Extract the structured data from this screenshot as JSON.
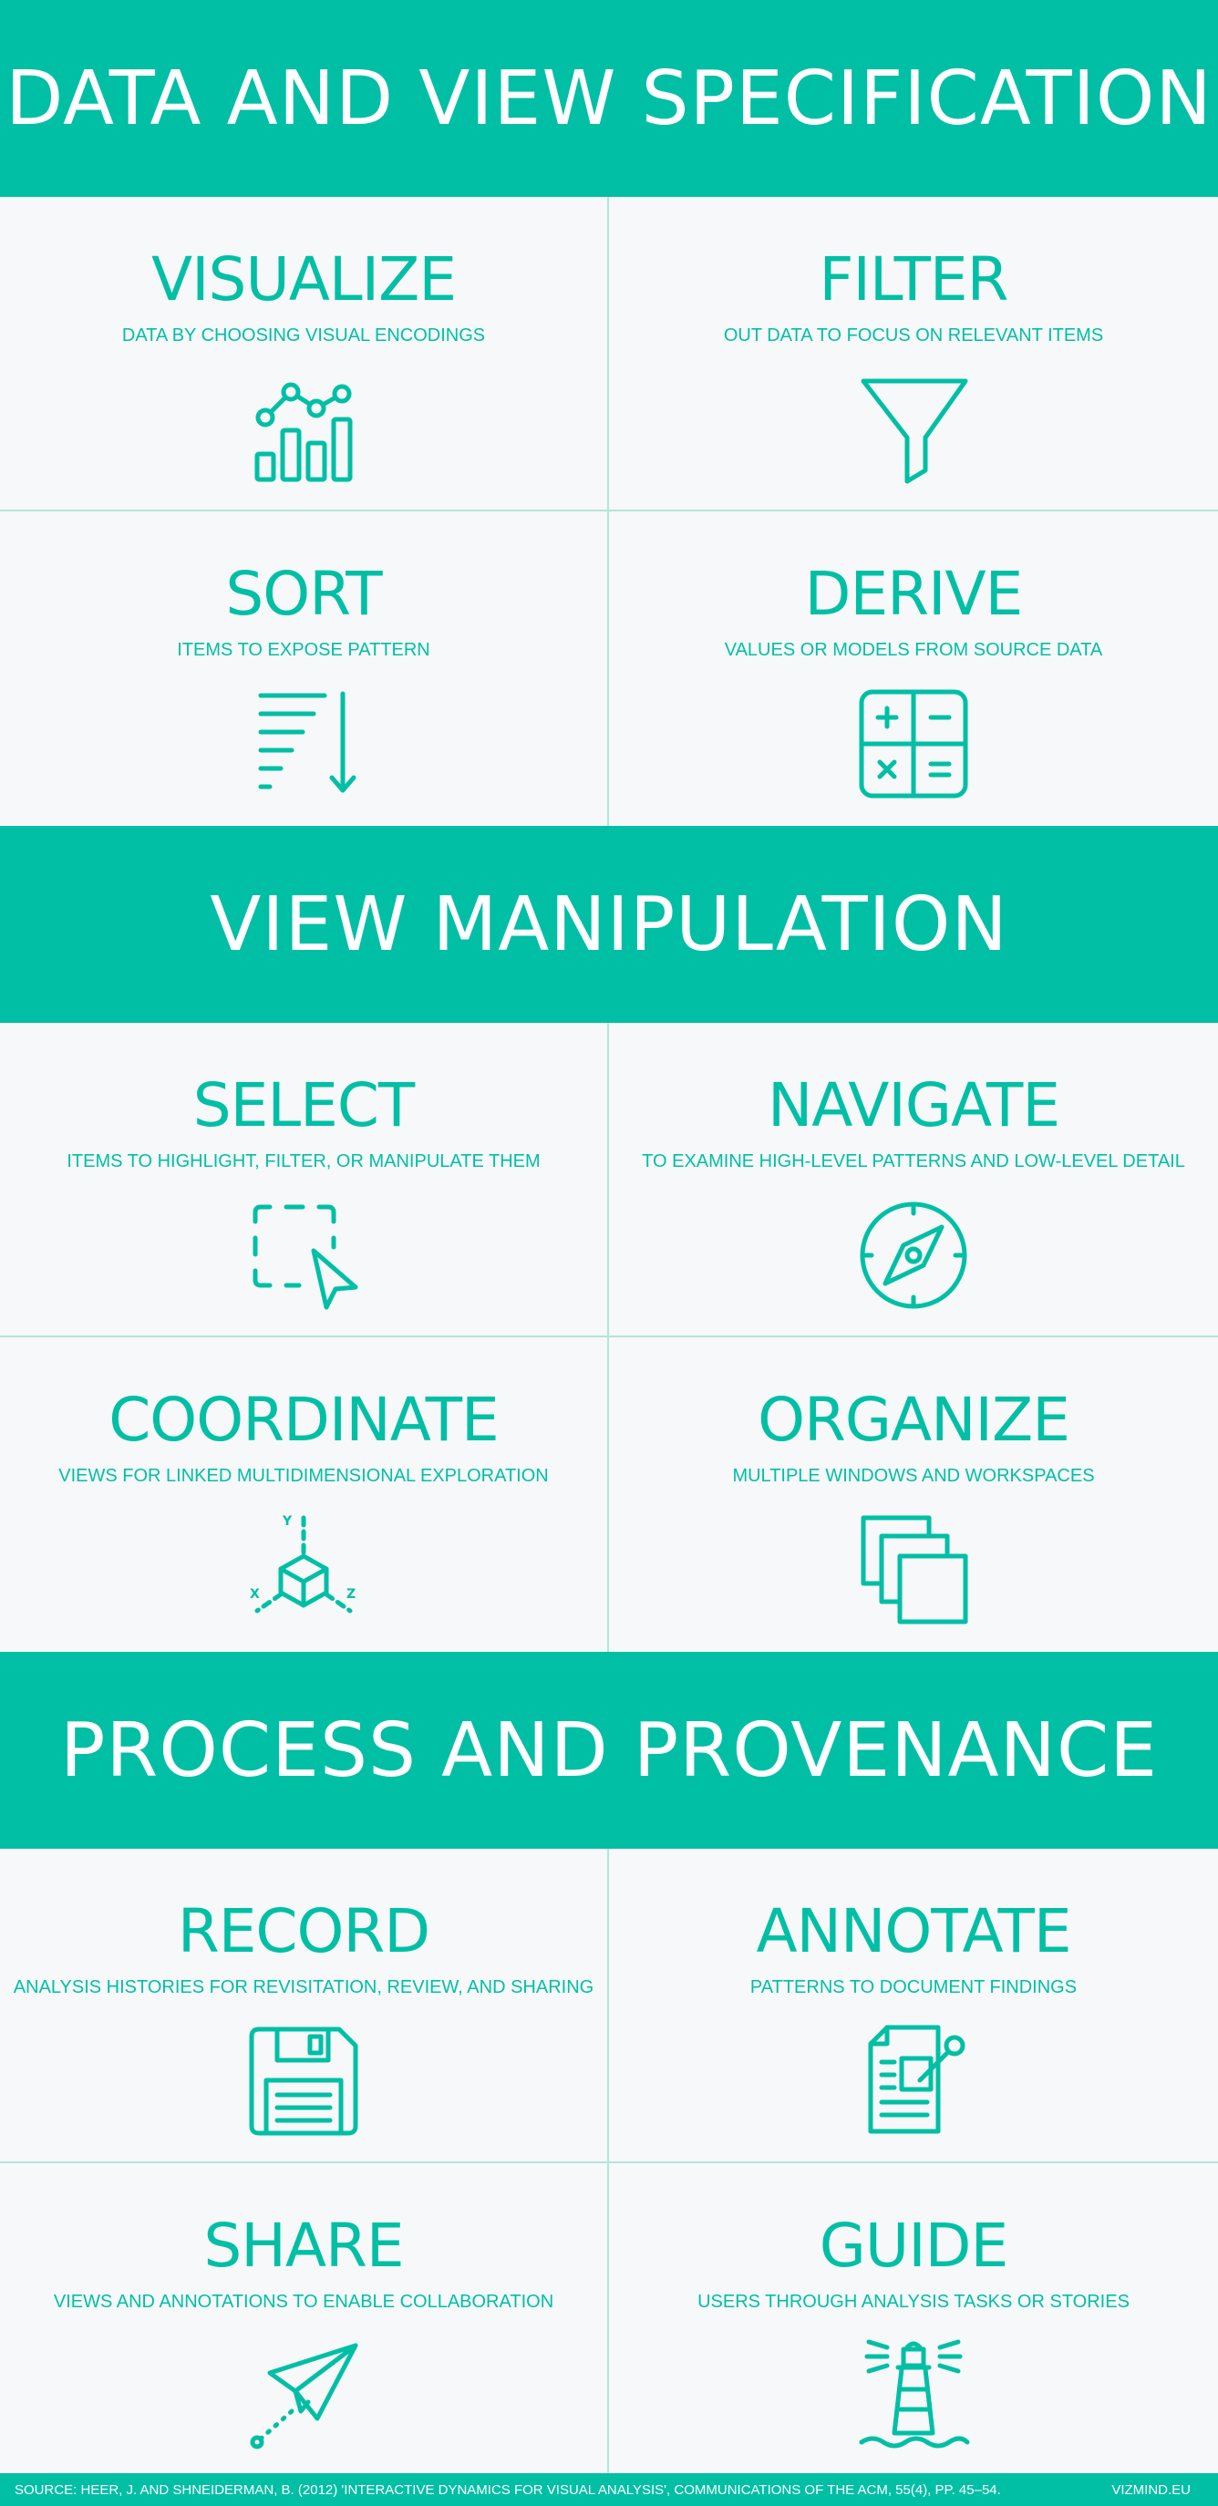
{
  "sections": [
    {
      "title": "DATA AND VIEW SPECIFICATION",
      "items": [
        {
          "title": "VISUALIZE",
          "subtitle": "DATA BY CHOOSING VISUAL ENCODINGS",
          "icon": "bar-line-chart-icon"
        },
        {
          "title": "FILTER",
          "subtitle": "OUT DATA TO FOCUS ON RELEVANT ITEMS",
          "icon": "funnel-icon"
        },
        {
          "title": "SORT",
          "subtitle": "ITEMS TO EXPOSE PATTERN",
          "icon": "sort-descending-icon"
        },
        {
          "title": "DERIVE",
          "subtitle": "VALUES OR MODELS FROM SOURCE DATA",
          "icon": "calculator-icon"
        }
      ]
    },
    {
      "title": "VIEW MANIPULATION",
      "items": [
        {
          "title": "SELECT",
          "subtitle": "ITEMS TO HIGHLIGHT, FILTER, OR MANIPULATE THEM",
          "icon": "selection-cursor-icon"
        },
        {
          "title": "NAVIGATE",
          "subtitle": "TO EXAMINE HIGH-LEVEL PATTERNS AND LOW-LEVEL DETAIL",
          "icon": "compass-icon"
        },
        {
          "title": "COORDINATE",
          "subtitle": "VIEWS FOR LINKED MULTIDIMENSIONAL EXPLORATION",
          "icon": "3d-axes-cube-icon",
          "axis_labels": [
            "Y",
            "X",
            "Z"
          ]
        },
        {
          "title": "ORGANIZE",
          "subtitle": "MULTIPLE WINDOWS AND WORKSPACES",
          "icon": "stacked-windows-icon"
        }
      ]
    },
    {
      "title": "PROCESS AND PROVENANCE",
      "items": [
        {
          "title": "RECORD",
          "subtitle": "ANALYSIS HISTORIES FOR REVISITATION, REVIEW, AND SHARING",
          "icon": "floppy-disk-icon"
        },
        {
          "title": "ANNOTATE",
          "subtitle": "PATTERNS TO DOCUMENT FINDINGS",
          "icon": "annotated-document-icon"
        },
        {
          "title": "SHARE",
          "subtitle": "VIEWS AND ANNOTATIONS TO ENABLE COLLABORATION",
          "icon": "paper-plane-icon"
        },
        {
          "title": "GUIDE",
          "subtitle": "USERS THROUGH ANALYSIS TASKS OR STORIES",
          "icon": "lighthouse-icon"
        }
      ]
    }
  ],
  "footer": {
    "source": "SOURCE: HEER, J. AND SHNEIDERMAN, B. (2012) 'INTERACTIVE DYNAMICS FOR VISUAL ANALYSIS', COMMUNICATIONS OF THE ACM, 55(4), PP. 45–54.",
    "site": "VIZMIND.EU"
  },
  "colors": {
    "accent": "#00bfa5",
    "background": "#f6f8f9",
    "divider": "#b5e4dc",
    "header_text": "#ffffff"
  }
}
